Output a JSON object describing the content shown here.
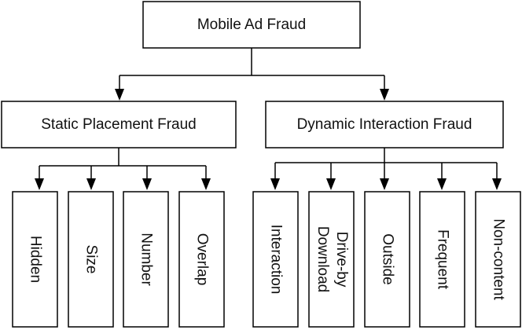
{
  "root": {
    "label": "Mobile Ad Fraud"
  },
  "static": {
    "label": "Static Placement Fraud",
    "children": [
      "Hidden",
      "Size",
      "Number",
      "Overlap"
    ]
  },
  "dynamic": {
    "label": "Dynamic Interaction Fraud",
    "children": [
      "Interaction",
      "Drive-by Download",
      "Outside",
      "Frequent",
      "Non-content"
    ],
    "drive_by_line1": "Drive-by",
    "drive_by_line2": "Download"
  }
}
